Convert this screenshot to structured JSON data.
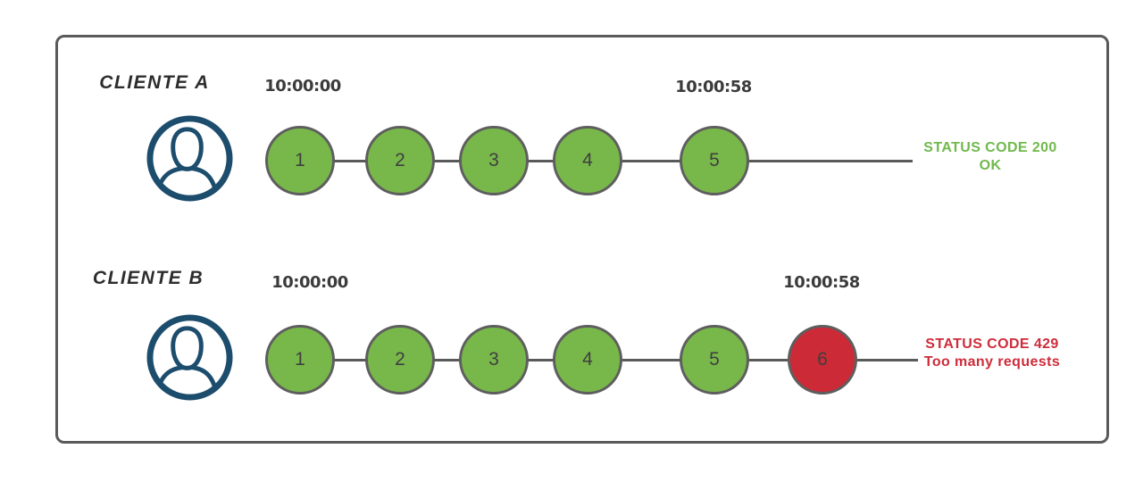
{
  "colors": {
    "box_border": "#5a5a5a",
    "connector_line": "#5a5a5a",
    "circle_border": "#5e5e5e",
    "request_ok_fill": "#78b84a",
    "request_error_fill": "#cc2a37",
    "status_ok_text": "#70b94d",
    "status_error_text": "#ce2c3a",
    "client_icon_navy": "#1d4d6d"
  },
  "rows": [
    {
      "client_label": "CLIENTE A",
      "start_time": "10:00:00",
      "end_time": "10:00:58",
      "requests": [
        "1",
        "2",
        "3",
        "4",
        "5"
      ],
      "status_line1": "STATUS CODE 200",
      "status_line2": "OK"
    },
    {
      "client_label": "CLIENTE B",
      "start_time": "10:00:00",
      "end_time": "10:00:58",
      "requests": [
        "1",
        "2",
        "3",
        "4",
        "5",
        "6"
      ],
      "status_line1": "STATUS CODE 429",
      "status_line2": "Too many requests"
    }
  ]
}
